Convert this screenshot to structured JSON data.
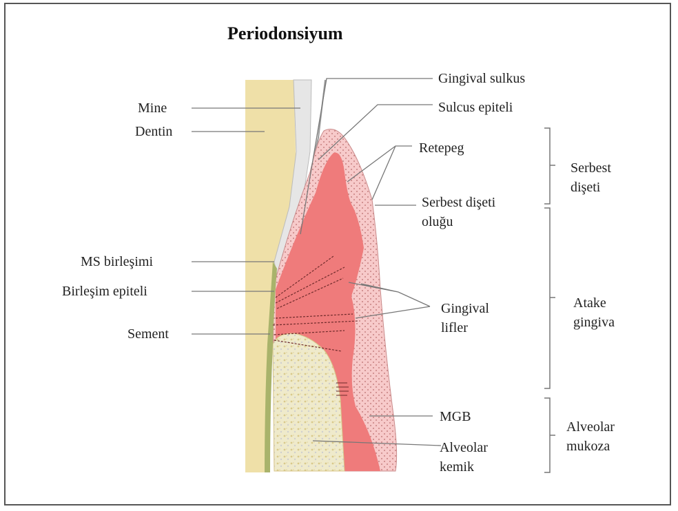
{
  "title": "Periodonsiyum",
  "labels": {
    "mine": "Mine",
    "dentin": "Dentin",
    "ms_birlesimi": "MS birleşimi",
    "birlesim_epiteli": "Birleşim epiteli",
    "sement": "Sement",
    "gingival_sulkus": "Gingival sulkus",
    "sulcus_epiteli": "Sulcus epiteli",
    "retepeg": "Retepeg",
    "serbest_diseti_olugu": "Serbest dişeti\noluğu",
    "gingival_lifler": "Gingival\nlifler",
    "mgb": "MGB",
    "alveolar_kemik": "Alveolar\nkemik"
  },
  "regions": {
    "serbest_diseti": "Serbest\ndişeti",
    "ataske_gingiva": "Atake\ngingiva",
    "alveolar_mukoza": "Alveolar\nmukoza"
  },
  "colors": {
    "dentin": "#efe0a8",
    "enamel": "#e8e8e8",
    "gingiva_outer": "#f6c6c6",
    "connective": "#ef7b7b",
    "bone": "#eeeac8",
    "leader": "#777777"
  }
}
